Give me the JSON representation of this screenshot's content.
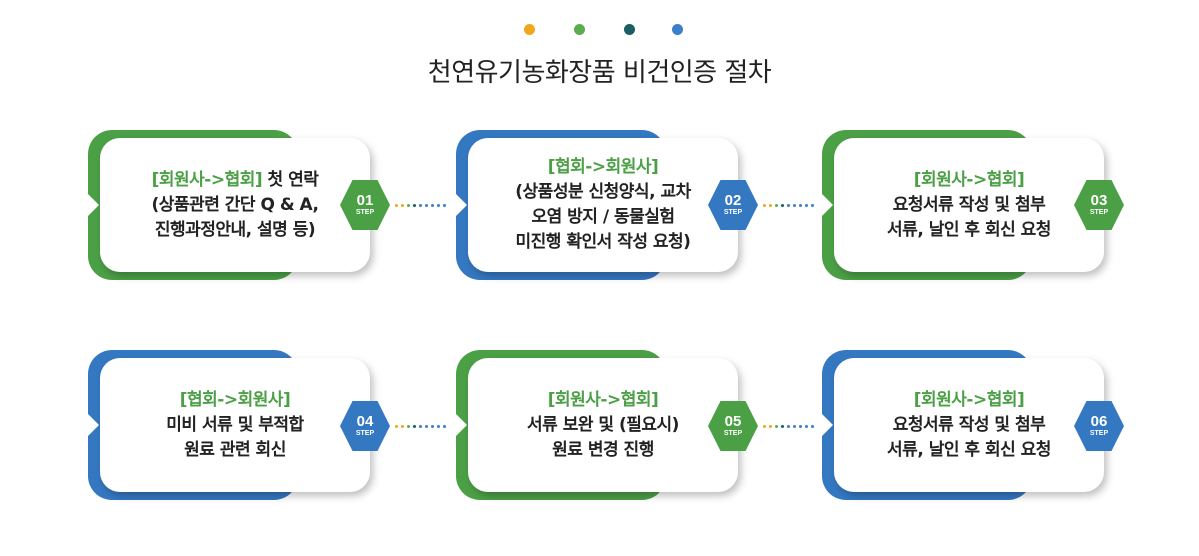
{
  "colors": {
    "green": "#4ba046",
    "blue": "#3578c2",
    "dot_orange": "#f0a71c",
    "dot_green": "#5aac4e",
    "dot_teal": "#1a5e63",
    "dot_blue": "#3b7fc9"
  },
  "header": {
    "title": "천연유기농화장품 비건인증 절차"
  },
  "steps": [
    {
      "tag": "[회원사->협회]",
      "after_tag": " 첫 연락",
      "line2": "(상품관련 간단 Q & A,",
      "line3": "진행과정안내, 설명 등)",
      "number": "01",
      "step_label": "STEP",
      "color": "green"
    },
    {
      "tag": "[협회->회원사]",
      "after_tag": "",
      "line2": "(상품성분 신청양식, 교차",
      "line3": "오염 방지 / 동물실험",
      "line4": "미진행 확인서 작성 요청)",
      "number": "02",
      "step_label": "STEP",
      "color": "blue"
    },
    {
      "tag": "[회원사->협회]",
      "after_tag": "",
      "line2": "요청서류 작성 및 첨부",
      "line3": "서류, 날인 후 회신 요청",
      "number": "03",
      "step_label": "STEP",
      "color": "green"
    },
    {
      "tag": "[협회->회원사]",
      "after_tag": "",
      "line2": "미비 서류 및 부적합",
      "line3": "원료 관련 회신",
      "number": "04",
      "step_label": "STEP",
      "color": "blue"
    },
    {
      "tag": "[회원사->협회]",
      "after_tag": "",
      "line2": "서류 보완 및 (필요시)",
      "line3": "원료 변경 진행",
      "number": "05",
      "step_label": "STEP",
      "color": "green"
    },
    {
      "tag": "[회원사->협회]",
      "after_tag": "",
      "line2": "요청서류 작성 및 첨부",
      "line3": "서류, 날인 후 회신 요청",
      "number": "06",
      "step_label": "STEP",
      "color": "blue"
    }
  ]
}
